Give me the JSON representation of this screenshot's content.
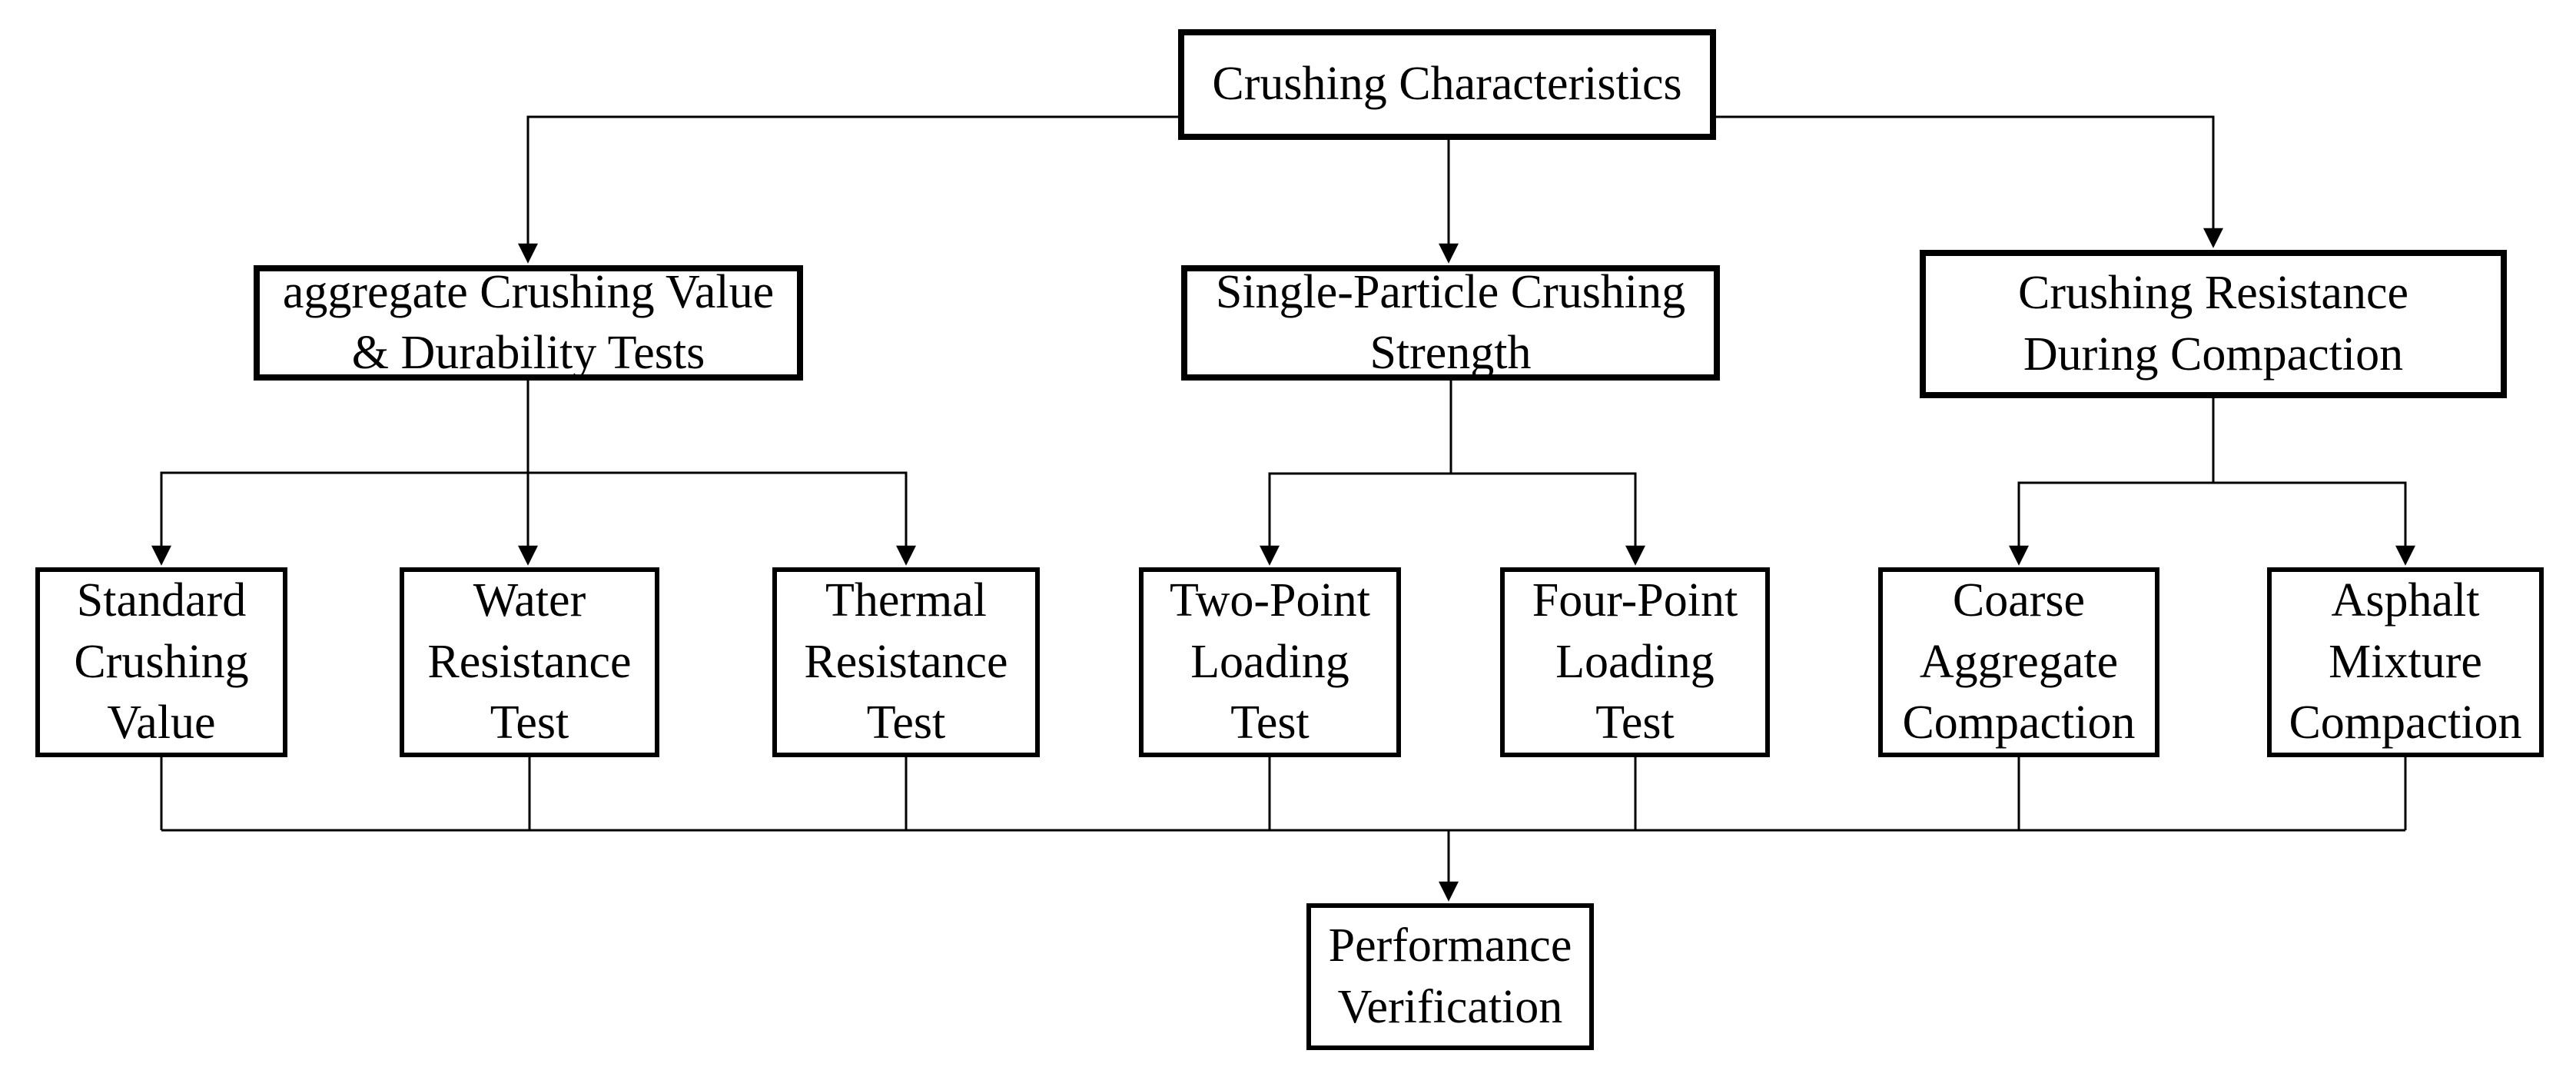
{
  "diagram": {
    "title": "Crushing Characteristics flowchart",
    "colors": {
      "background": "#ffffff",
      "line": "#000000",
      "text": "#000000",
      "node_fill": "#ffffff"
    },
    "nodes": {
      "root": {
        "label": "Crushing Characteristics"
      },
      "acv": {
        "label": "aggregate Crushing Value\n& Durability Tests"
      },
      "spcs": {
        "label": "Single-Particle Crushing\nStrength"
      },
      "crdc": {
        "label": "Crushing Resistance\nDuring Compaction"
      },
      "scv": {
        "label": "Standard\nCrushing\nValue"
      },
      "wrt": {
        "label": "Water\nResistance\nTest"
      },
      "trt": {
        "label": "Thermal\nResistance\nTest"
      },
      "tplt": {
        "label": "Two-Point\nLoading\nTest"
      },
      "fplt": {
        "label": "Four-Point\nLoading\nTest"
      },
      "cac": {
        "label": "Coarse\nAggregate\nCompaction"
      },
      "amc": {
        "label": "Asphalt\nMixture\nCompaction"
      },
      "pv": {
        "label": "Performance\nVerification"
      }
    },
    "edges": [
      {
        "from": "root",
        "to": "acv"
      },
      {
        "from": "root",
        "to": "spcs"
      },
      {
        "from": "root",
        "to": "crdc"
      },
      {
        "from": "acv",
        "to": "scv"
      },
      {
        "from": "acv",
        "to": "wrt"
      },
      {
        "from": "acv",
        "to": "trt"
      },
      {
        "from": "spcs",
        "to": "tplt"
      },
      {
        "from": "spcs",
        "to": "fplt"
      },
      {
        "from": "crdc",
        "to": "cac"
      },
      {
        "from": "crdc",
        "to": "amc"
      },
      {
        "from": "scv",
        "to": "pv"
      },
      {
        "from": "wrt",
        "to": "pv"
      },
      {
        "from": "trt",
        "to": "pv"
      },
      {
        "from": "tplt",
        "to": "pv"
      },
      {
        "from": "fplt",
        "to": "pv"
      },
      {
        "from": "cac",
        "to": "pv"
      },
      {
        "from": "amc",
        "to": "pv"
      }
    ]
  }
}
